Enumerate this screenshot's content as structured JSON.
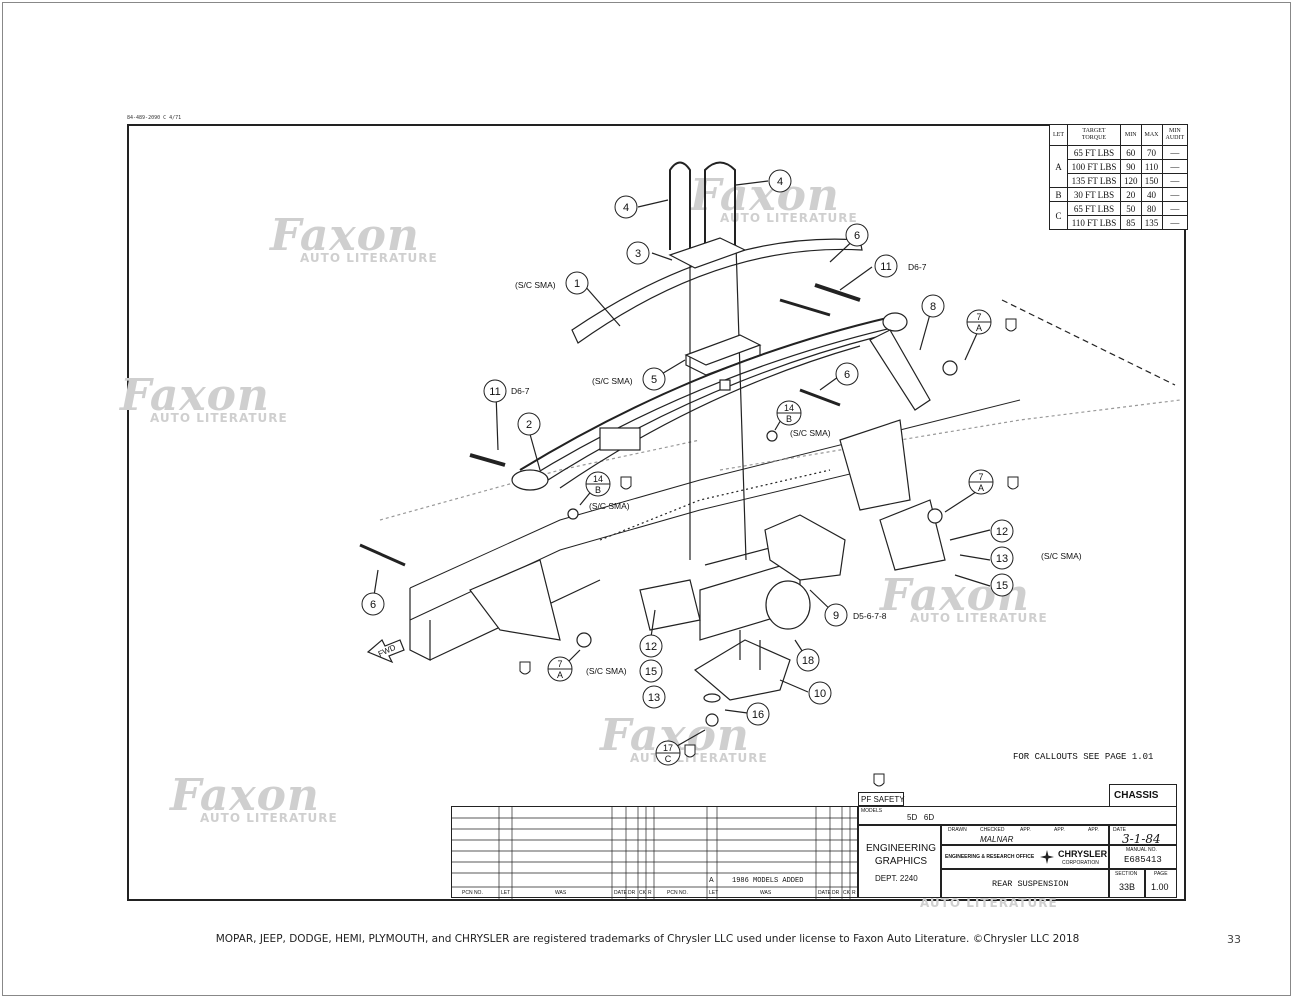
{
  "form_code": "84-489-2090 C 4/71",
  "watermark": {
    "brand": "Faxon",
    "sub": "AUTO LITERATURE"
  },
  "torque_table": {
    "headers": [
      "LET",
      "TARGET TORQUE",
      "MIN",
      "MAX",
      "MIN AUDIT"
    ],
    "rows": [
      {
        "let": "A",
        "torque": "65 FT LBS",
        "min": "60",
        "max": "70",
        "audit": "—"
      },
      {
        "let": "",
        "torque": "100 FT LBS",
        "min": "90",
        "max": "110",
        "audit": "—"
      },
      {
        "let": "",
        "torque": "135 FT LBS",
        "min": "120",
        "max": "150",
        "audit": "—"
      },
      {
        "let": "B",
        "torque": "30 FT LBS",
        "min": "20",
        "max": "40",
        "audit": "—"
      },
      {
        "let": "C",
        "torque": "65 FT LBS",
        "min": "50",
        "max": "80",
        "audit": "—"
      },
      {
        "let": "",
        "torque": "110 FT LBS",
        "min": "85",
        "max": "135",
        "audit": "—"
      }
    ]
  },
  "labels": {
    "sc_sma": "(S/C SMA)",
    "d67": "D6-7",
    "d5678": "D5-6-7-8",
    "fwd": "FWD",
    "callouts_note": "FOR CALLOUTS SEE PAGE 1.01"
  },
  "callouts": [
    "1",
    "2",
    "3",
    "4",
    "4",
    "5",
    "6",
    "6",
    "6",
    "8",
    "9",
    "10",
    "11",
    "11",
    "12",
    "12",
    "13",
    "13",
    "15",
    "15",
    "16",
    "18"
  ],
  "stacked_callouts": [
    {
      "top": "7",
      "bottom": "A"
    },
    {
      "top": "7",
      "bottom": "A"
    },
    {
      "top": "7",
      "bottom": "A"
    },
    {
      "top": "14",
      "bottom": "B"
    },
    {
      "top": "14",
      "bottom": "B"
    },
    {
      "top": "17",
      "bottom": "C"
    }
  ],
  "title_block": {
    "chassis": "CHASSIS",
    "pf_safety": "PF SAFETY",
    "models_label": "MODELS",
    "models": "5D   6D",
    "drawn_label": "DRAWN",
    "checked_label": "CHECKED",
    "app_label": "APP.",
    "date_label": "DATE",
    "date": "3-1-84",
    "checked_by": "MALNAR",
    "engineering_graphics": "ENGINEERING GRAPHICS",
    "dept": "DEPT. 2240",
    "office": "ENGINEERING & RESEARCH OFFICE",
    "company": "CHRYSLER",
    "company_sub": "CORPORATION",
    "manual_no_label": "MANUAL NO.",
    "manual_no": "E685413",
    "title": "REAR SUSPENSION",
    "section_label": "SECTION",
    "section": "33B",
    "page_label": "PAGE",
    "page": "1.00",
    "revision_letter": "A",
    "revision_was": "1986 MODELS ADDED",
    "col_pcn": "PCN NO.",
    "col_let": "LET",
    "col_was": "WAS",
    "col_date": "DATE",
    "col_dr": "DR",
    "col_ck": "CK",
    "col_r": "R"
  },
  "footer": "MOPAR, JEEP, DODGE, HEMI, PLYMOUTH, and CHRYSLER are registered trademarks of Chrysler LLC used under license to Faxon Auto Literature. ©Chrysler LLC 2018",
  "page_number": "33"
}
